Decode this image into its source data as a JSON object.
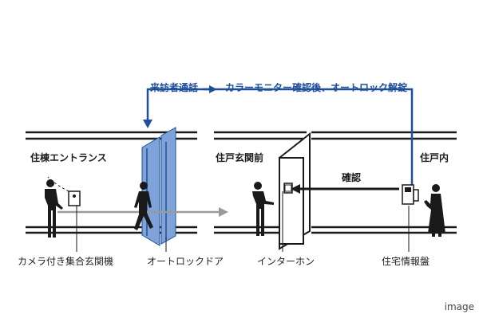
{
  "flow": {
    "top_text": "来訪者通話",
    "top_text_2": "カラーモニター確認後、オートロック解錠",
    "confirm": "確認"
  },
  "zones": {
    "entrance": "住棟エントランス",
    "front_of_unit": "住戸玄関前",
    "inside_unit": "住戸内"
  },
  "parts": {
    "camera_panel": "カメラ付き集合玄関機",
    "autolock_door": "オートロックドア",
    "intercom": "インターホン",
    "info_board": "住宅情報盤"
  },
  "watermark": "image",
  "colors": {
    "flow_blue": "#1f4e9a",
    "glass": "#7fa3d8",
    "visitor_arrow": "#9a9a9a",
    "ink": "#1a1a1a"
  }
}
